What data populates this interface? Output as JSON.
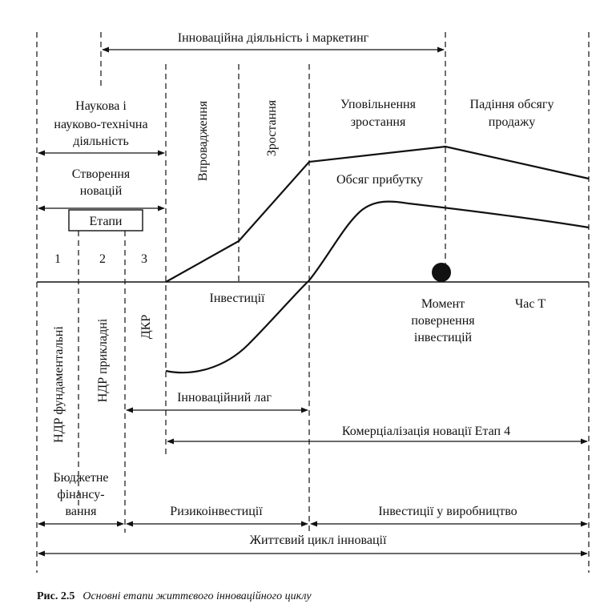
{
  "top_span": {
    "label": "Інноваційна діяльність і маркетинг"
  },
  "research": {
    "line1": "Наукова і",
    "line2": "науково-технічна",
    "line3": "діяльність"
  },
  "creation": {
    "line1": "Створення",
    "line2": "новацій"
  },
  "stages_box": {
    "label": "Етапи"
  },
  "stage_numbers": [
    "1",
    "2",
    "3"
  ],
  "phases": {
    "introduction": "Впровадження",
    "growth": "Зростання",
    "slowdown": {
      "line1": "Уповільнення",
      "line2": "зростання"
    },
    "decline": {
      "line1": "Падіння обсягу",
      "line2": "продажу"
    }
  },
  "profit_label": "Обсяг прибутку",
  "investments_label": "Інвестиції",
  "payback": {
    "line1": "Момент",
    "line2": "повернення",
    "line3": "інвестицій"
  },
  "time_axis": "Час Т",
  "rd_columns": {
    "fundamental": "НДР фундаментальні",
    "applied": "НДР прикладні",
    "dkr": "ДКР"
  },
  "innovation_lag": "Інноваційний лаг",
  "commercialization": "Комерціалізація новації Етап 4",
  "budget": {
    "line1": "Бюджетне",
    "line2": "фінансу-",
    "line3": "вання"
  },
  "risk_investments": "Ризикоінвестиції",
  "production_investments": "Інвестиції у виробництво",
  "life_cycle": "Життєвий цикл інновації",
  "caption": {
    "number": "Рис. 2.5",
    "text": "Основні етапи життєвого інноваційного циклу"
  }
}
